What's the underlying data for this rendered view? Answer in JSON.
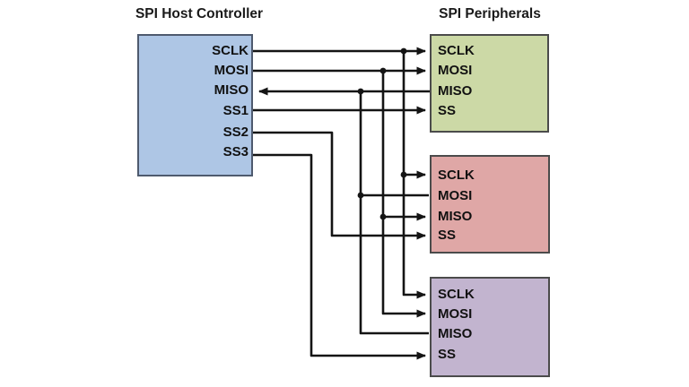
{
  "host": {
    "title": "SPI Host Controller",
    "fill": "#aec6e5",
    "pins": [
      {
        "label": "SCLK",
        "direction": "output"
      },
      {
        "label": "MOSI",
        "direction": "output"
      },
      {
        "label": "MISO",
        "direction": "input",
        "arrow_into_host": true
      },
      {
        "label": "SS1",
        "direction": "output"
      },
      {
        "label": "SS2",
        "direction": "output"
      },
      {
        "label": "SS3",
        "direction": "output"
      }
    ]
  },
  "peripherals": {
    "title": "SPI Peripherals",
    "boxes": [
      {
        "name": "peripheral-1",
        "fill": "#ccd9a6",
        "pins": [
          {
            "label": "SCLK",
            "arrow_into_box": true
          },
          {
            "label": "MOSI",
            "arrow_into_box": true
          },
          {
            "label": "MISO",
            "arrow_into_box": false
          },
          {
            "label": "SS",
            "arrow_into_box": true
          }
        ]
      },
      {
        "name": "peripheral-2",
        "fill": "#dfa7a6",
        "pins": [
          {
            "label": "SCLK",
            "arrow_into_box": true
          },
          {
            "label": "MOSI",
            "arrow_into_box": false
          },
          {
            "label": "MISO",
            "arrow_into_box": true
          },
          {
            "label": "SS",
            "arrow_into_box": true
          }
        ]
      },
      {
        "name": "peripheral-3",
        "fill": "#c2b4cf",
        "pins": [
          {
            "label": "SCLK",
            "arrow_into_box": true
          },
          {
            "label": "MOSI",
            "arrow_into_box": true
          },
          {
            "label": "MISO",
            "arrow_into_box": false
          },
          {
            "label": "SS",
            "arrow_into_box": true
          }
        ]
      }
    ]
  },
  "nets": [
    {
      "label": "SCLK",
      "description": "Host SCLK line runs to peripheral 1 and drops down a shared vertical bus with junction dots feeding peripheral 2 and peripheral 3"
    },
    {
      "label": "MOSI",
      "description": "Host MOSI line runs to peripheral 1 and drops down a shared vertical bus with junction dots feeding peripheral 2 (MISO pin row) and peripheral 3"
    },
    {
      "label": "MISO",
      "description": "Shared MISO return bus collects from peripherals and enters host MISO with a left-pointing arrowhead"
    },
    {
      "label": "SS1",
      "description": "Direct line from host SS1 to peripheral 1 SS"
    },
    {
      "label": "SS2",
      "description": "Line from host SS2 routed down to peripheral 2 SS"
    },
    {
      "label": "SS3",
      "description": "Line from host SS3 routed down to peripheral 3 SS"
    }
  ],
  "colors": {
    "wire": "#141414",
    "text": "#111111",
    "background": "#ffffff"
  }
}
